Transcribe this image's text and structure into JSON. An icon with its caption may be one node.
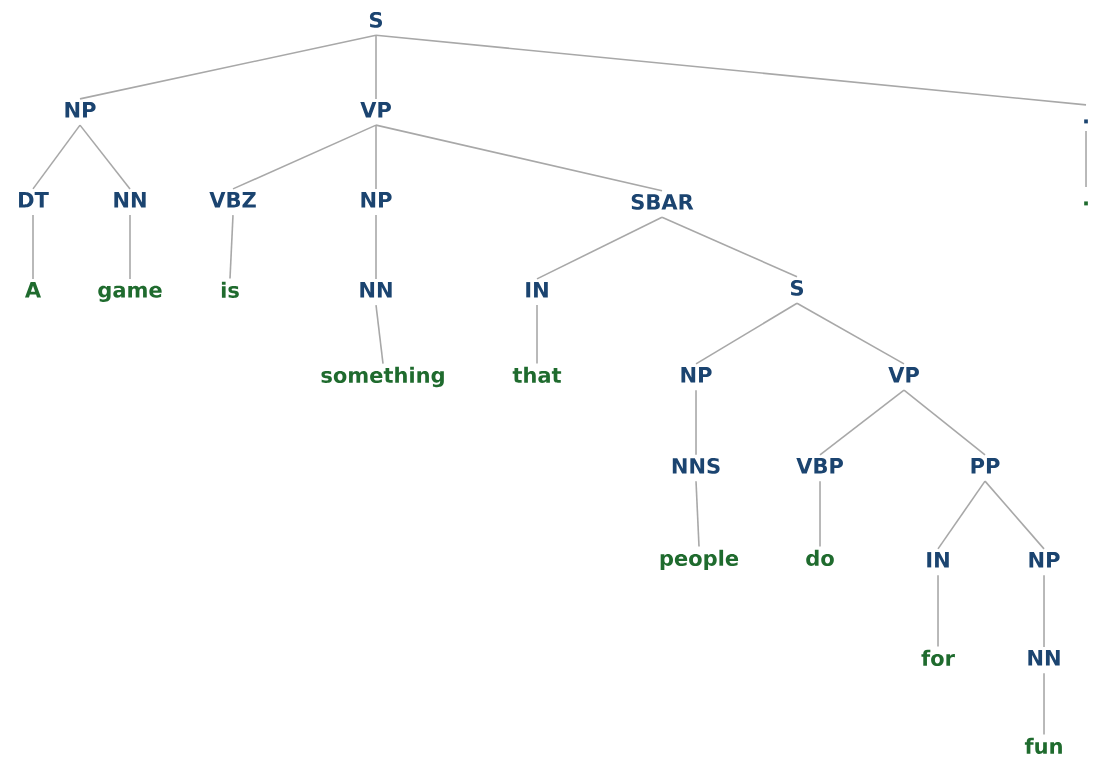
{
  "diagram": {
    "nodes": [
      {
        "text": [
          "S"
        ]
      },
      {
        "text": [
          "NP"
        ]
      },
      {
        "text": [
          "DT"
        ]
      },
      {
        "text": [
          "A"
        ]
      },
      {
        "text": [
          "NN"
        ]
      },
      {
        "text": [
          "game"
        ]
      },
      {
        "text": [
          "VP"
        ]
      },
      {
        "text": [
          "VBZ"
        ]
      },
      {
        "text": [
          "is"
        ]
      },
      {
        "text": [
          "NP"
        ]
      },
      {
        "text": [
          "NN"
        ]
      },
      {
        "text": [
          "something"
        ]
      },
      {
        "text": [
          "SBAR"
        ]
      },
      {
        "text": [
          "IN"
        ]
      },
      {
        "text": [
          "that"
        ]
      },
      {
        "text": [
          "S"
        ]
      },
      {
        "text": [
          "NP"
        ]
      },
      {
        "text": [
          "NNS"
        ]
      },
      {
        "text": [
          "people"
        ]
      },
      {
        "text": [
          "VP"
        ]
      },
      {
        "text": [
          "VBP"
        ]
      },
      {
        "text": [
          "do"
        ]
      },
      {
        "text": [
          "PP"
        ]
      },
      {
        "text": [
          "IN"
        ]
      },
      {
        "text": [
          "for"
        ]
      },
      {
        "text": [
          "NP"
        ]
      },
      {
        "text": [
          "NN"
        ]
      },
      {
        "text": [
          "fun"
        ]
      },
      {
        "text": [
          "."
        ]
      },
      {
        "text": [
          "."
        ]
      }
    ],
    "edges": [
      {
        "from": 0,
        "to": 1,
        "arrow": "none"
      },
      {
        "from": 0,
        "to": 6,
        "arrow": "none"
      },
      {
        "from": 0,
        "to": 28,
        "arrow": "none"
      },
      {
        "from": 1,
        "to": 2,
        "arrow": "none"
      },
      {
        "from": 1,
        "to": 4,
        "arrow": "none"
      },
      {
        "from": 2,
        "to": 3,
        "arrow": "none"
      },
      {
        "from": 4,
        "to": 5,
        "arrow": "none"
      },
      {
        "from": 6,
        "to": 7,
        "arrow": "none"
      },
      {
        "from": 6,
        "to": 9,
        "arrow": "none"
      },
      {
        "from": 6,
        "to": 12,
        "arrow": "none"
      },
      {
        "from": 7,
        "to": 8,
        "arrow": "none"
      },
      {
        "from": 9,
        "to": 10,
        "arrow": "none"
      },
      {
        "from": 10,
        "to": 11,
        "arrow": "none"
      },
      {
        "from": 12,
        "to": 13,
        "arrow": "none"
      },
      {
        "from": 12,
        "to": 15,
        "arrow": "none"
      },
      {
        "from": 13,
        "to": 14,
        "arrow": "none"
      },
      {
        "from": 15,
        "to": 16,
        "arrow": "none"
      },
      {
        "from": 15,
        "to": 19,
        "arrow": "none"
      },
      {
        "from": 16,
        "to": 17,
        "arrow": "none"
      },
      {
        "from": 17,
        "to": 18,
        "arrow": "none"
      },
      {
        "from": 19,
        "to": 20,
        "arrow": "none"
      },
      {
        "from": 19,
        "to": 22,
        "arrow": "none"
      },
      {
        "from": 20,
        "to": 21,
        "arrow": "none"
      },
      {
        "from": 22,
        "to": 23,
        "arrow": "none"
      },
      {
        "from": 22,
        "to": 25,
        "arrow": "none"
      },
      {
        "from": 23,
        "to": 24,
        "arrow": "none"
      },
      {
        "from": 25,
        "to": 26,
        "arrow": "none"
      },
      {
        "from": 26,
        "to": 27,
        "arrow": "none"
      },
      {
        "from": 28,
        "to": 29,
        "arrow": "none"
      }
    ]
  }
}
